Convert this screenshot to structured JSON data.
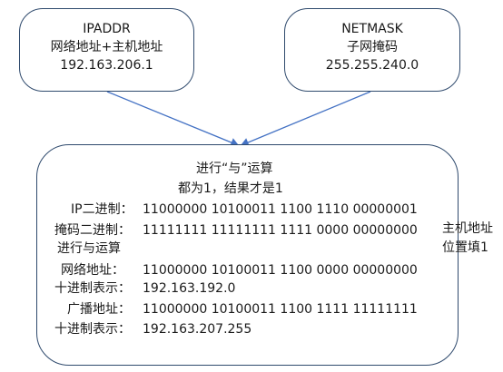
{
  "ip_box": {
    "line1": "IPADDR",
    "line2": "网络地址+主机地址",
    "line3": "192.163.206.1"
  },
  "mask_box": {
    "line1": "NETMASK",
    "line2": "子网掩码",
    "line3": "255.255.240.0"
  },
  "main": {
    "title1": "进行“与”运算",
    "title2": "都为1，结果才是1",
    "rows": {
      "ip_bin_label": "IP二进制：",
      "ip_bin_value": "11000000 10100011 1100 1110 00000001",
      "mask_bin_label": "掩码二进制：",
      "mask_bin_value": "11111111 11111111 1111 0000 00000000",
      "and_op": "进行与运算",
      "net_label": "网络地址：",
      "net_value": "11000000 10100011 1100 0000 00000000",
      "net_dec_label": "十进制表示：",
      "net_dec_value": "192.163.192.0",
      "bcast_label": "广播地址：",
      "bcast_value": "11000000 10100011 1100 1111 11111111",
      "bcast_dec_label": "十进制表示：",
      "bcast_dec_value": "192.163.207.255"
    }
  },
  "side_note": {
    "line1": "主机地址",
    "line2": "位置填1"
  },
  "colors": {
    "border": "#2f4a6d",
    "connector": "#4472c4",
    "highlight": "#e02020",
    "text": "#1a1a1a"
  }
}
